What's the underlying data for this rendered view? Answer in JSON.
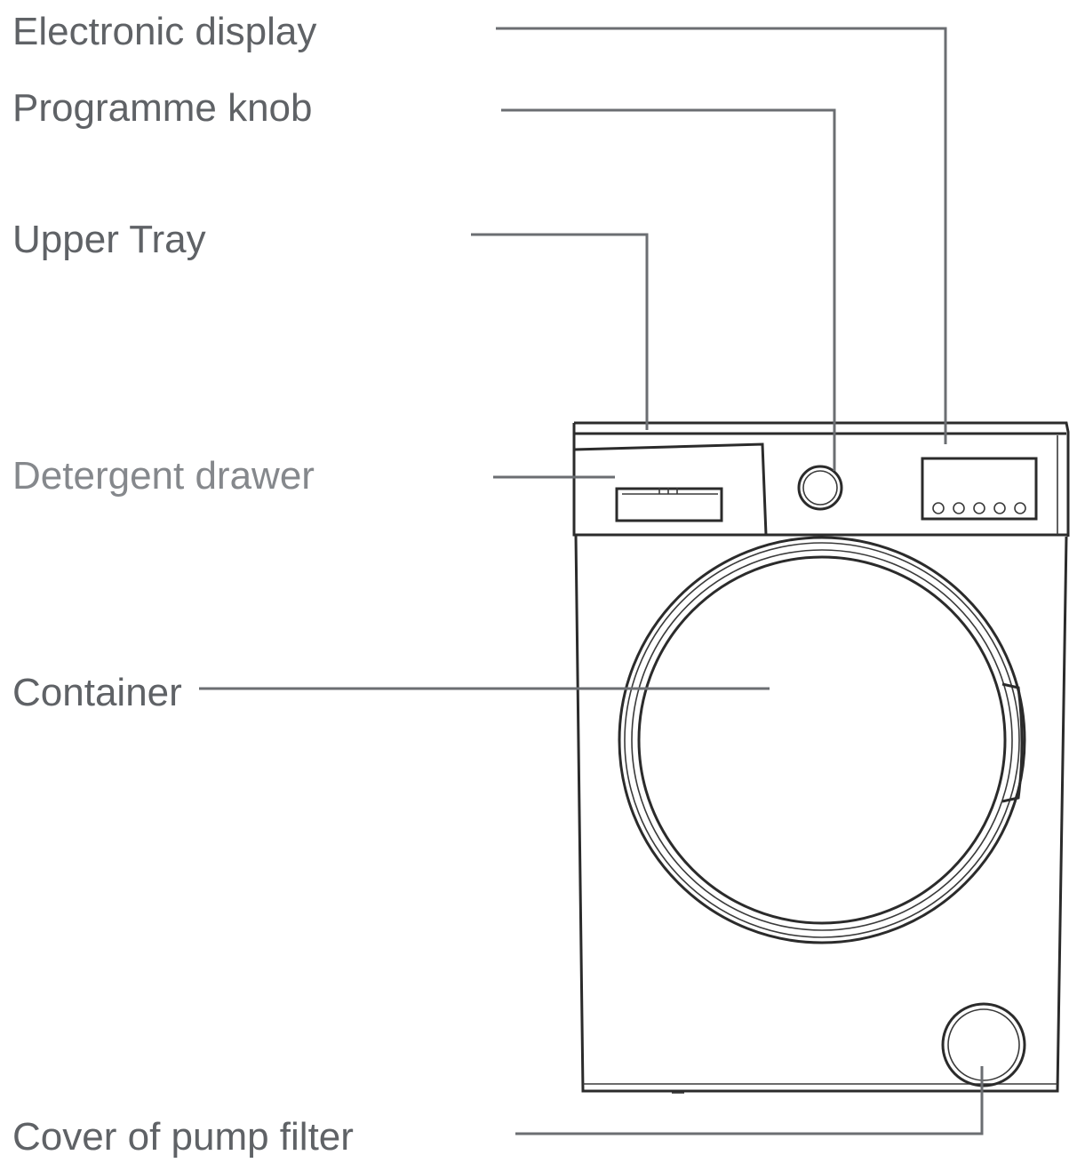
{
  "labels": {
    "electronic_display": "Electronic display",
    "programme_knob": "Programme knob",
    "upper_tray": "Upper Tray",
    "detergent_drawer": "Detergent drawer",
    "container": "Container",
    "pump_filter_cover": "Cover of pump filter"
  },
  "colors": {
    "label_text": "#5f6266",
    "label_text_light": "#85888c",
    "leader_line": "#6b6e72",
    "outline": "#2b2b2b"
  }
}
